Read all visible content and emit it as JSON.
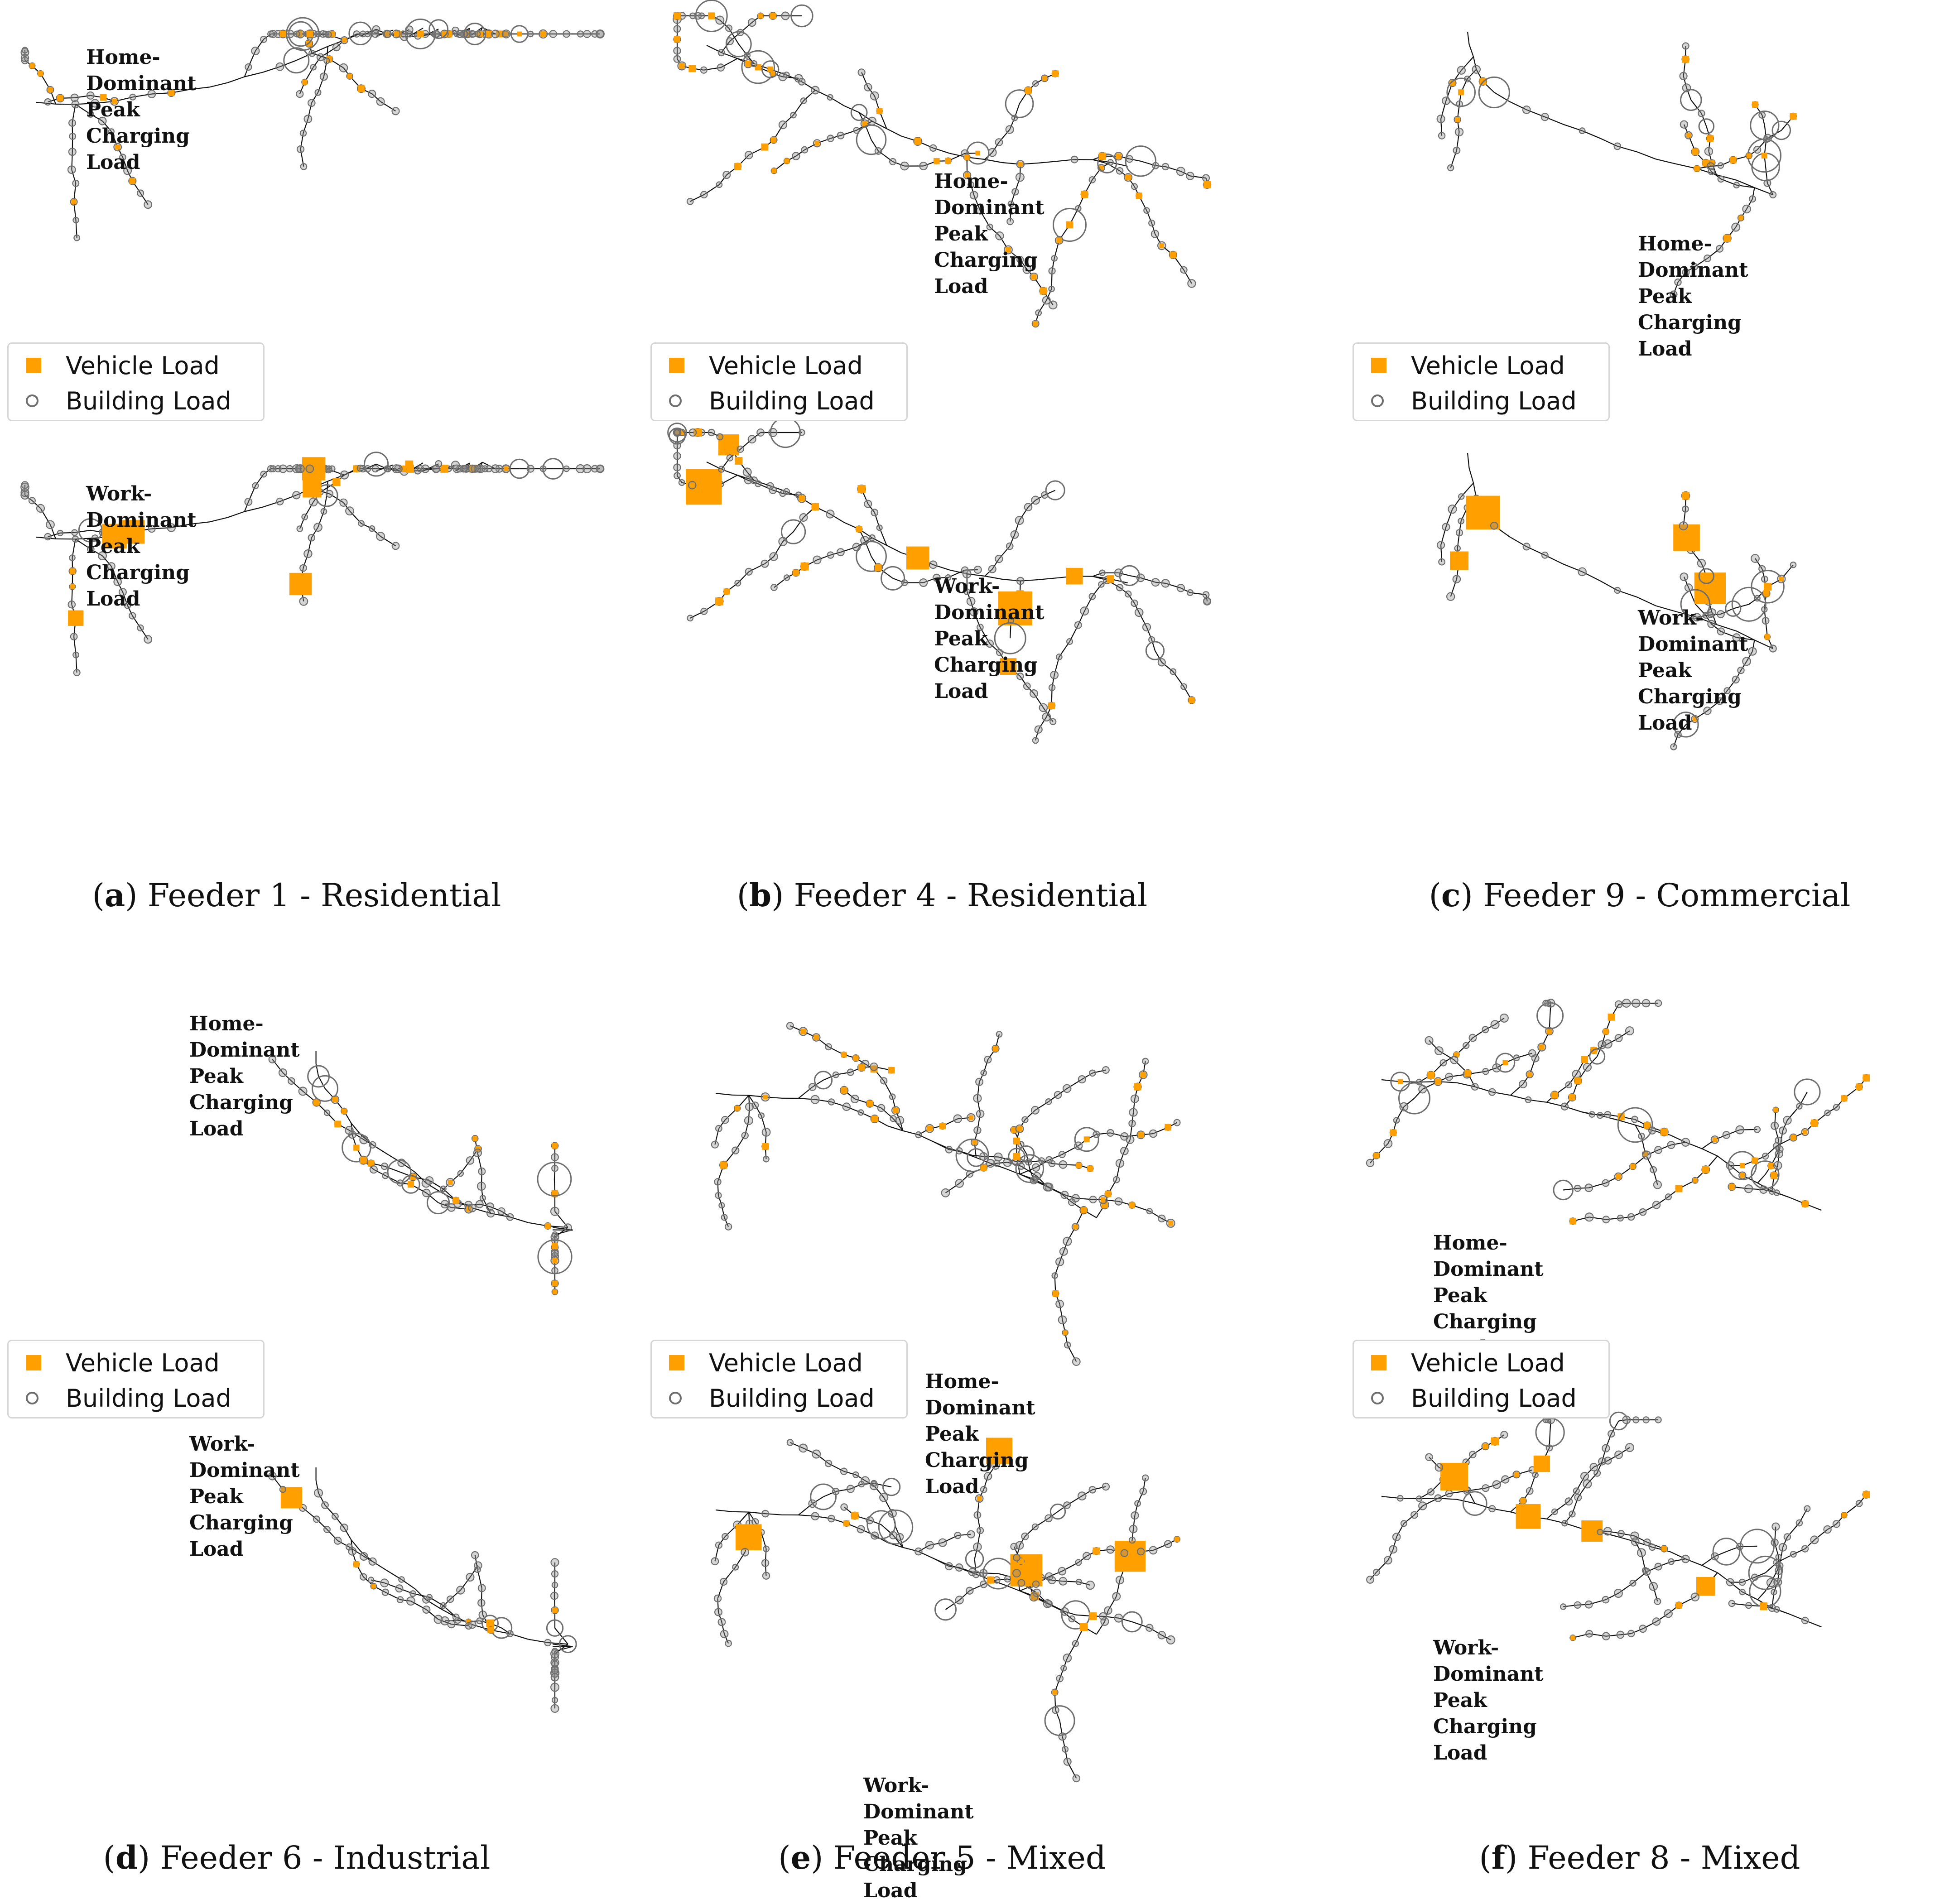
{
  "legend": {
    "vehicle_label": "Vehicle Load",
    "building_label": "Building Load",
    "vehicle_color": "#ff9f00",
    "building_color": "#6e6e6e"
  },
  "titles": {
    "home": "Home-Dominant\nPeak Charging Load",
    "work": "Work-Dominant\nPeak Charging Load"
  },
  "panels": [
    {
      "id": "a",
      "letter": "a",
      "caption": ") Feeder 1 - Residential"
    },
    {
      "id": "b",
      "letter": "b",
      "caption": ") Feeder 4 - Residential"
    },
    {
      "id": "c",
      "letter": "c",
      "caption": ") Feeder 9 - Commercial"
    },
    {
      "id": "d",
      "letter": "d",
      "caption": ") Feeder 6 - Industrial"
    },
    {
      "id": "e",
      "letter": "e",
      "caption": ") Feeder 5 - Mixed"
    },
    {
      "id": "f",
      "letter": "f",
      "caption": ") Feeder 8 - Mixed"
    }
  ]
}
